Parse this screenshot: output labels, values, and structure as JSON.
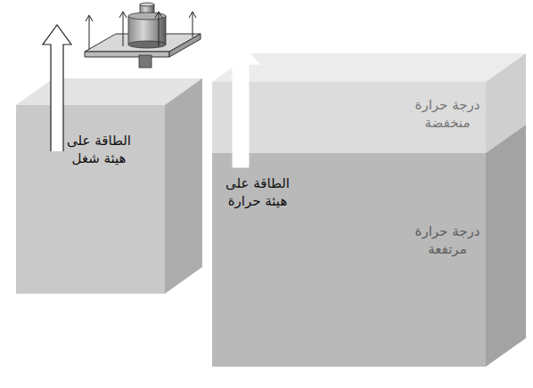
{
  "diagram": {
    "nodes": [
      {
        "text": [
          "الطاقة على هيئة شغل"
        ]
      },
      {
        "text": [
          "درجة حرارة منخفضة"
        ]
      },
      {
        "text": [
          "درجة حرارة مرتفعة"
        ]
      }
    ],
    "labels": [
      "الطاقة على هيئة حرارة"
    ]
  }
}
